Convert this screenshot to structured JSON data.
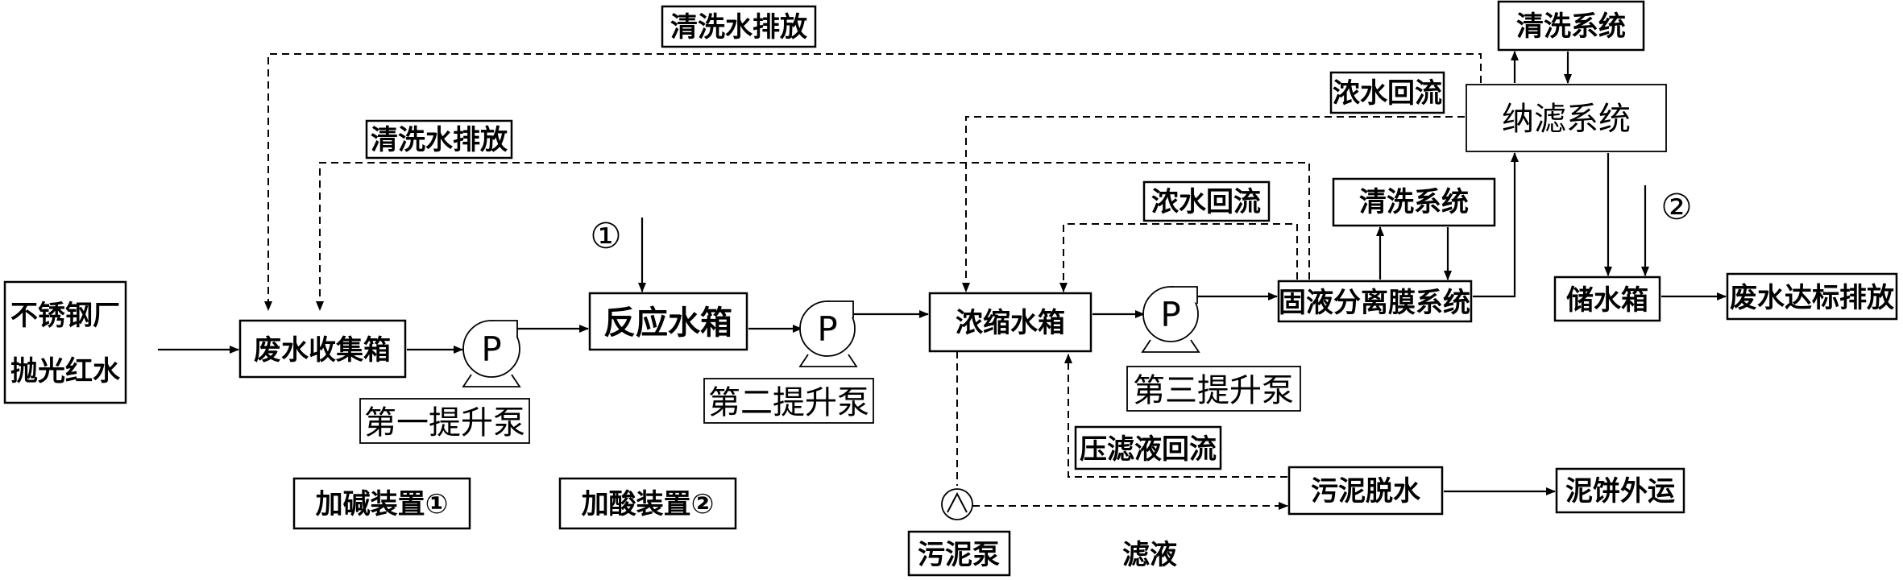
{
  "nodes": {
    "source": {
      "line1": "不锈钢厂",
      "line2": "抛光红水"
    },
    "collection_tank": "废水收集箱",
    "reaction_tank": "反应水箱",
    "concentration_tank": "浓缩水箱",
    "membrane_system": "固液分离膜系统",
    "nanofiltration": "纳滤系统",
    "storage_tank": "储水箱",
    "discharge": "废水达标排放",
    "cleaning_system_top": "清洗系统",
    "cleaning_system_membrane": "清洗系统",
    "sludge_dewatering": "污泥脱水",
    "cake_transport": "泥饼外运",
    "alkali_dosing": "加碱装置①",
    "acid_dosing": "加酸装置②"
  },
  "pumps": {
    "pump1": {
      "symbol": "P",
      "label": "第一提升泵"
    },
    "pump2": {
      "symbol": "P",
      "label": "第二提升泵"
    },
    "pump3": {
      "symbol": "P",
      "label": "第三提升泵"
    },
    "sludge_pump": {
      "label": "污泥泵"
    }
  },
  "flow_labels": {
    "wash_discharge_top": "清洗水排放",
    "wash_discharge_mid": "清洗水排放",
    "concentrate_return_nf": "浓水回流",
    "concentrate_return_mem": "浓水回流",
    "filtrate_return": "压滤液回流",
    "filtrate": "滤液"
  },
  "dosing_markers": {
    "alkali": "①",
    "acid": "②"
  }
}
